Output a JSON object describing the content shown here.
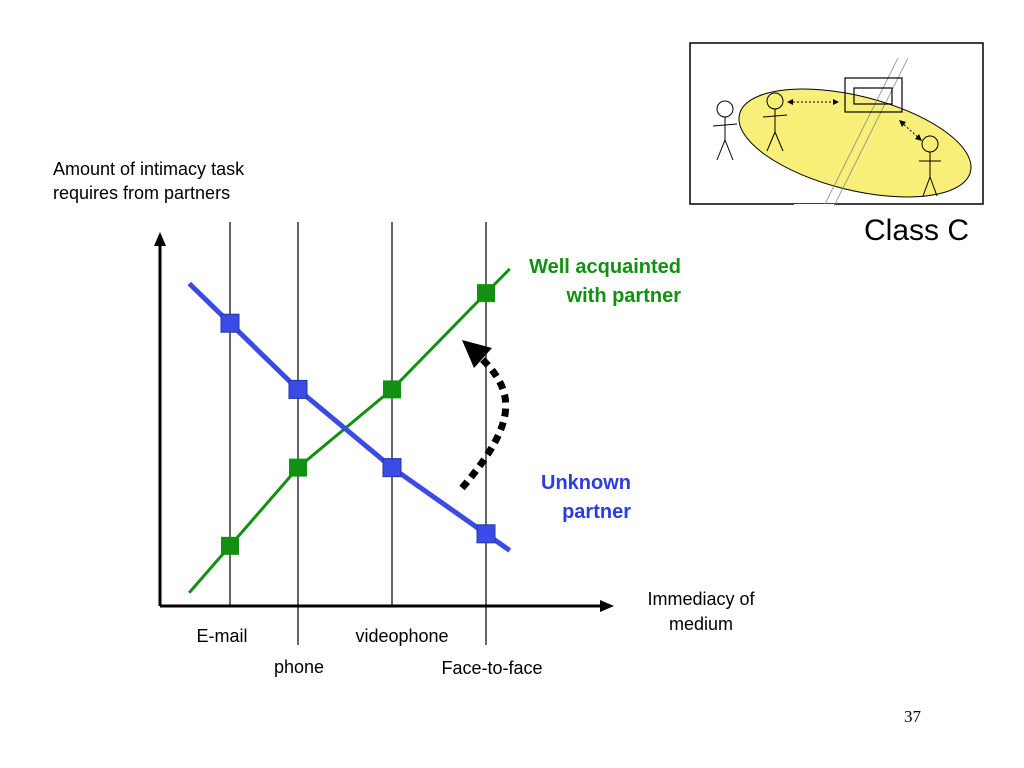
{
  "slide": {
    "page_number": "37",
    "class_label": "Class C"
  },
  "colors": {
    "green": "#119011",
    "blue": "#3a4de0",
    "blue_marker": "#3b4ce6",
    "ellipse_fill": "#f7ef78"
  },
  "chart_data": {
    "type": "line",
    "ylabel": "Amount of intimacy task requires from partners",
    "xlabel": "Immediacy of medium",
    "categories": [
      "E-mail",
      "phone",
      "videophone",
      "Face-to-face"
    ],
    "series": [
      {
        "name": "Well acquainted with partner",
        "color": "#119011",
        "values": [
          1.0,
          2.3,
          3.6,
          5.2
        ]
      },
      {
        "name": "Unknown partner",
        "color": "#3a4de0",
        "values": [
          4.7,
          3.6,
          2.3,
          1.2
        ]
      }
    ],
    "ylim": [
      0,
      6
    ],
    "grid": false,
    "annotations": [
      "dotted curved arrow from Unknown partner up to Well acquainted with partner at Face-to-face"
    ]
  },
  "inset": {
    "icon": "face-to-face-meeting-illustration"
  }
}
